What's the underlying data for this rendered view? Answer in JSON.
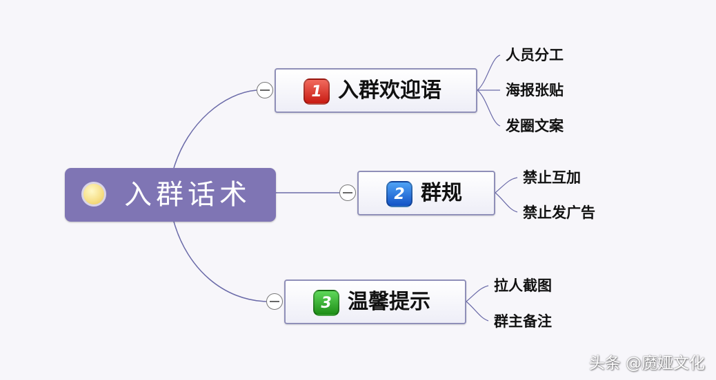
{
  "central": {
    "label": "入群话术",
    "icon": "lightbulb-icon"
  },
  "branches": [
    {
      "number": "1",
      "badge_color": "#d9261c",
      "label": "入群欢迎语",
      "leaves": [
        "人员分工",
        "海报张贴",
        "发圈文案"
      ]
    },
    {
      "number": "2",
      "badge_color": "#1b64d8",
      "label": "群规",
      "leaves": [
        "禁止互加",
        "禁止发广告"
      ]
    },
    {
      "number": "3",
      "badge_color": "#24a01c",
      "label": "温馨提示",
      "leaves": [
        "拉人截图",
        "群主备注"
      ]
    }
  ],
  "colors": {
    "background": "#f7f6fa",
    "central_fill": "#7f75b4",
    "branch_border": "#8f8fb8",
    "connector": "#6a6aa8"
  },
  "watermark": "头条 @魔娅文化"
}
